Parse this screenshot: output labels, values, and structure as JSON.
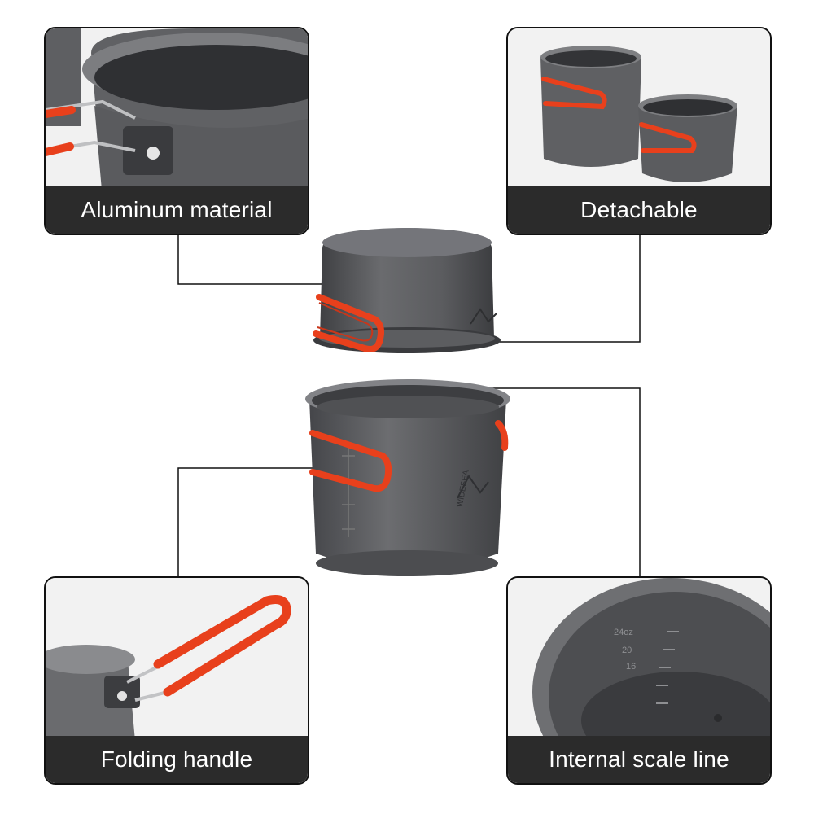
{
  "captions": {
    "aluminum": "Aluminum material",
    "detachable": "Detachable",
    "folding_handle": "Folding handle",
    "scale_line": "Internal scale line"
  },
  "brand": "WIDESEA",
  "colors": {
    "caption_bg": "#2b2b2b",
    "pot_body": "#5a5b5e",
    "handle": "#e8401c",
    "connector": "#111111"
  }
}
